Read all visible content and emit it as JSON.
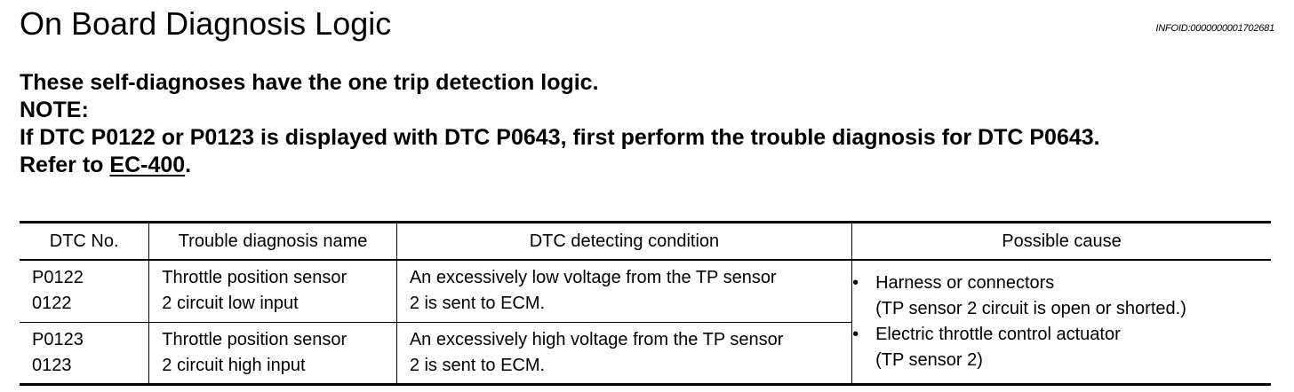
{
  "header": {
    "title": "On Board Diagnosis Logic",
    "info_id": "INFOID:0000000001702681"
  },
  "notes": {
    "line1": "These self-diagnoses have the one trip detection logic.",
    "line2": "NOTE:",
    "line3": "If DTC P0122 or P0123 is displayed with DTC P0643, first perform the trouble diagnosis for DTC P0643.",
    "refer_prefix": "Refer to ",
    "refer_link": "EC-400",
    "refer_suffix": "."
  },
  "table": {
    "headers": [
      "DTC No.",
      "Trouble diagnosis name",
      "DTC detecting condition",
      "Possible cause"
    ],
    "rows": [
      {
        "dtc": [
          "P0122",
          "0122"
        ],
        "name": [
          "Throttle position sensor",
          "2 circuit low input"
        ],
        "condition": [
          "An excessively low voltage from the TP sensor",
          "2 is sent to ECM."
        ]
      },
      {
        "dtc": [
          "P0123",
          "0123"
        ],
        "name": [
          "Throttle position sensor",
          "2 circuit high input"
        ],
        "condition": [
          "An excessively high voltage from the TP sensor",
          "2 is sent to ECM."
        ]
      }
    ],
    "possible_causes": [
      {
        "bullet": "•",
        "lines": [
          "Harness or connectors",
          "(TP sensor 2 circuit is open or shorted.)"
        ]
      },
      {
        "bullet": "•",
        "lines": [
          "Electric throttle control actuator",
          "(TP sensor 2)"
        ]
      }
    ]
  }
}
